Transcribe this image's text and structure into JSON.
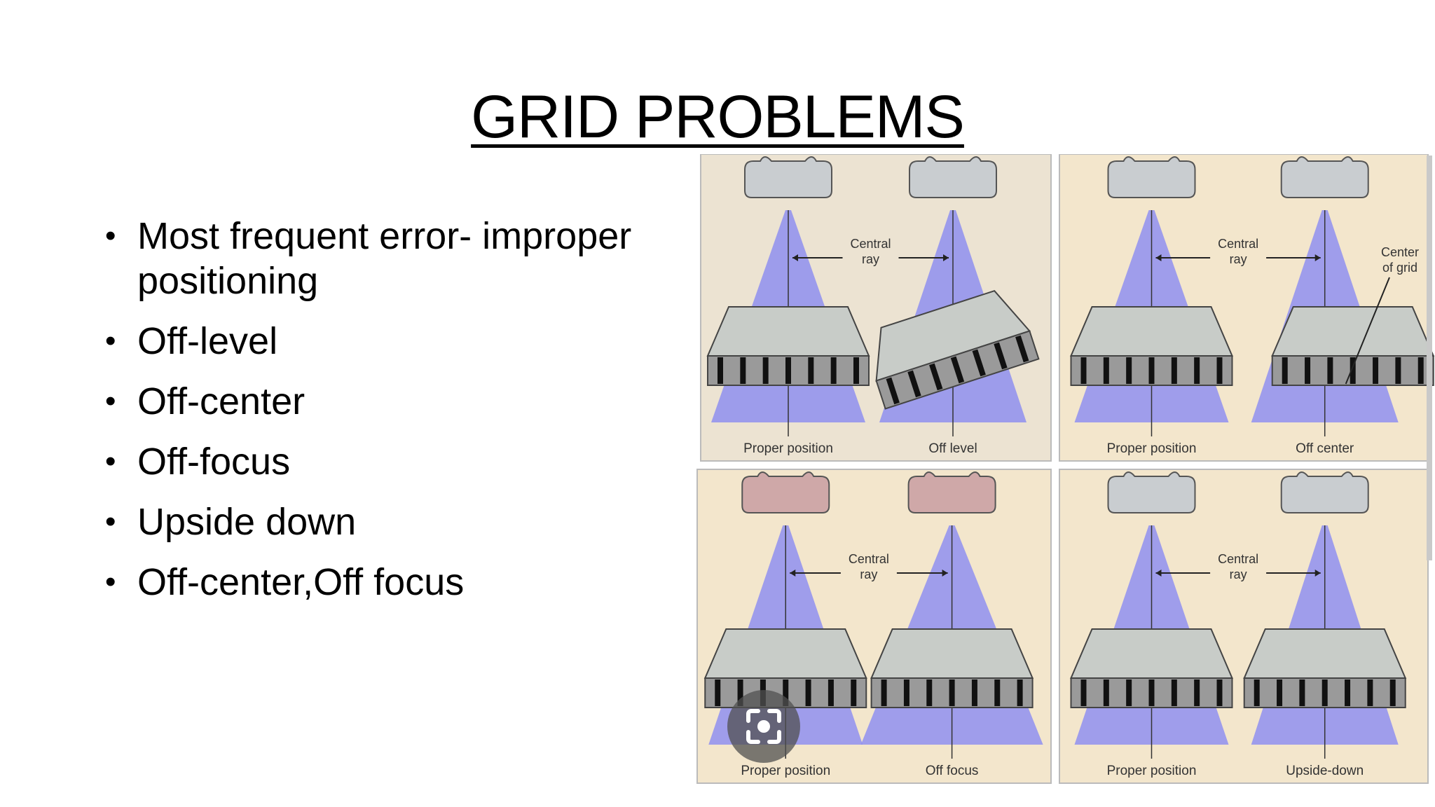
{
  "slide": {
    "title": "GRID PROBLEMS",
    "bullets": [
      "Most frequent error- improper positioning",
      "Off-level",
      "Off-center",
      "Off-focus",
      "Upside down",
      "Off-center,Off focus"
    ]
  },
  "figure": {
    "panels": [
      {
        "central_ray": [
          "Central",
          "ray"
        ],
        "left_caption": "Proper position",
        "right_caption": "Off level"
      },
      {
        "central_ray": [
          "Central",
          "ray"
        ],
        "center_of_grid": [
          "Center",
          "of grid"
        ],
        "left_caption": "Proper position",
        "right_caption": "Off center"
      },
      {
        "central_ray": [
          "Central",
          "ray"
        ],
        "left_caption": "Proper position",
        "right_caption": "Off focus"
      },
      {
        "central_ray": [
          "Central",
          "ray"
        ],
        "left_caption": "Proper position",
        "right_caption": "Upside-down"
      }
    ],
    "colors": {
      "beam": "#8f8ff0",
      "panel_bg": "#f3e6cc",
      "panel_bg_gray": "#ece3d2",
      "tube": "#c9cdd0",
      "tube_pink": "#cfa8a8"
    }
  },
  "overlay": {
    "lens_icon": "lens-icon"
  }
}
